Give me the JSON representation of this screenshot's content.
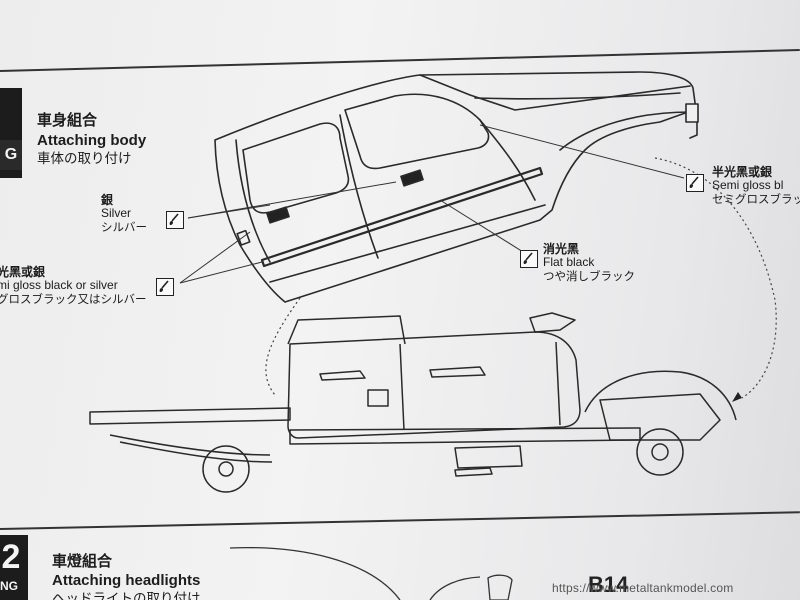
{
  "step1": {
    "title_cn": "車身組合",
    "title_en": "Attaching body",
    "title_jp": "車体の取り付け",
    "tab_letter": "G"
  },
  "callouts": {
    "silver": {
      "cn": "銀",
      "en": "Silver",
      "jp": "シルバー"
    },
    "semi_or_silver": {
      "cn": "光黑或銀",
      "en": "mi gloss black or silver",
      "jp": "グロスブラック又はシルバー"
    },
    "flat_black": {
      "cn": "消光黑",
      "en": "Flat black",
      "jp": "つや消しブラック"
    },
    "semi_gloss": {
      "cn": "半光黑或銀",
      "en": "Semi gloss bl",
      "jp": "セミグロスブラッ"
    }
  },
  "step2": {
    "number": "2",
    "title_cn": "車燈組合",
    "title_en": "Attaching headlights",
    "title_jp": "ヘッドライトの取り付け",
    "part_label": "B14",
    "tab_letter": "NG"
  },
  "watermark": "https://www.metaltankmodel.com",
  "icons": {
    "paint": "paintbrush-icon"
  }
}
